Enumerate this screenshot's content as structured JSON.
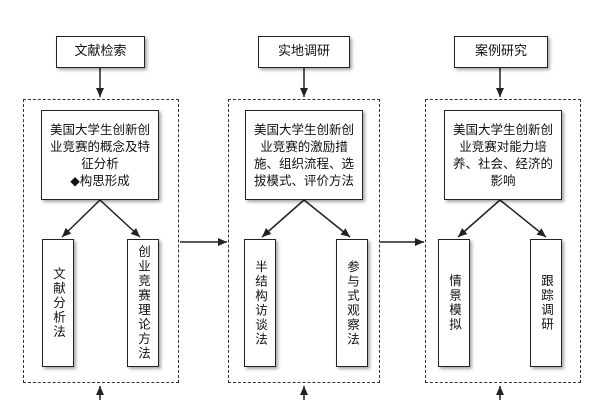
{
  "columns": [
    {
      "title": "文献检索",
      "summary": "美国大学生创新创\n业竞赛的概念及特\n征分析\n◆构思形成",
      "methods": [
        "文献分析法",
        "创业竞赛理论方法"
      ]
    },
    {
      "title": "实地调研",
      "summary": "美国大学生创新创\n业竞赛的激励措\n施、组织流程、选\n拔模式、评价方法",
      "methods": [
        "半结构访谈法",
        "参与式观察法"
      ]
    },
    {
      "title": "案例研究",
      "summary": "美国大学生创新创\n业竞赛对能力培\n养、社会、经济的\n影响",
      "methods": [
        "情景模拟",
        "跟踪调研"
      ]
    }
  ]
}
